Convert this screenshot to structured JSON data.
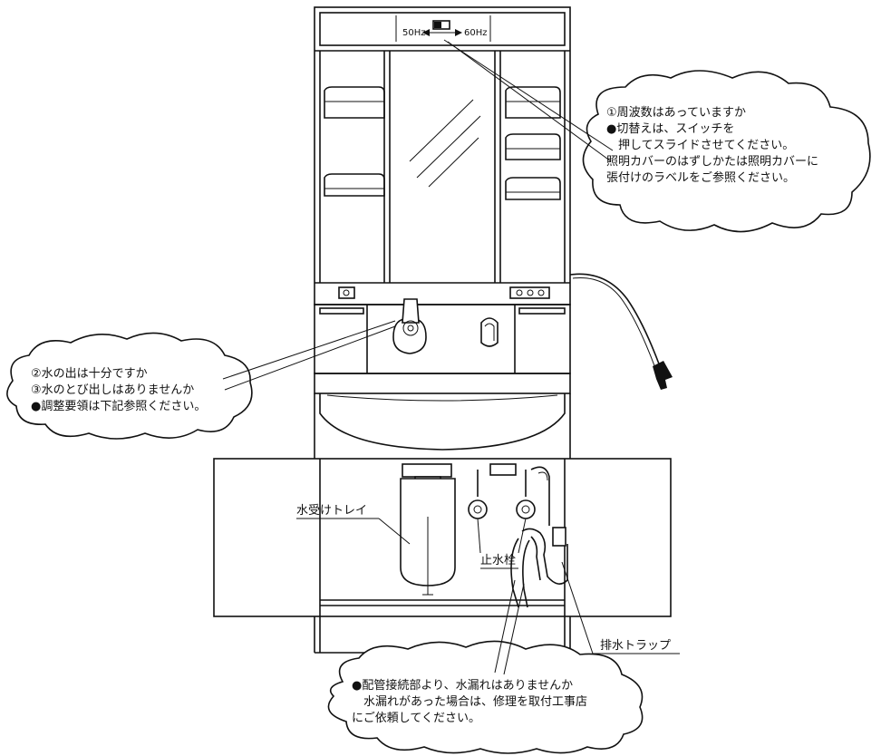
{
  "switch_label": {
    "left": "50Hz",
    "right": "60Hz"
  },
  "callout_frequency": {
    "lines": [
      "①周波数はあっていますか",
      "●切替えは、スイッチを",
      "　押してスライドさせてください。",
      "照明カバーのはずしかたは照明カバーに",
      "張付けのラベルをご参照ください。"
    ]
  },
  "callout_water": {
    "lines": [
      "②水の出は十分ですか",
      "③水のとび出しはありませんか",
      "●調整要領は下記参照ください。"
    ]
  },
  "callout_leak": {
    "lines": [
      "●配管接続部より、水漏れはありませんか",
      "　水漏れがあった場合は、修理を取付工事店",
      "にご依頼してください。"
    ]
  },
  "labels": {
    "tray": "水受けトレイ",
    "stop_valve": "止水栓",
    "drain_trap": "排水トラップ"
  }
}
